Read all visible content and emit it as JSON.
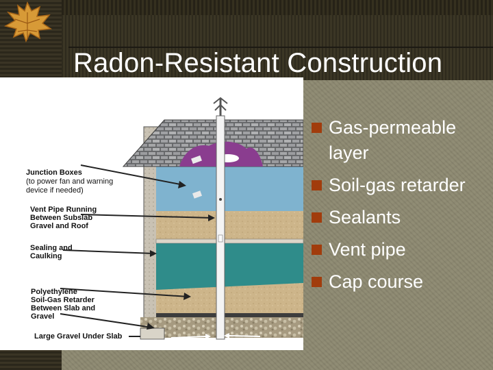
{
  "title": "Radon-Resistant Construction",
  "bullets": [
    {
      "text": "Gas-permeable layer"
    },
    {
      "text": "Soil-gas retarder"
    },
    {
      "text": "Sealants"
    },
    {
      "text": "Vent pipe"
    },
    {
      "text": "Cap course"
    }
  ],
  "diagram": {
    "labels": {
      "junction_1": "Junction Boxes",
      "junction_2": "(to power fan and warning",
      "junction_3": "device if needed)",
      "vent_1": "Vent Pipe Running",
      "vent_2": "Between Subslab",
      "vent_3": "Gravel and Roof",
      "seal_1": "Sealing and",
      "seal_2": "Caulking",
      "poly_1": "Polyethylene",
      "poly_2": "Soil-Gas Retarder",
      "poly_3": "Between Slab and",
      "poly_4": "Gravel",
      "gravel_1": "Large Gravel Under Slab"
    }
  },
  "colors": {
    "bullet_marker": "#a13c0c",
    "slide_background": "#8d8971",
    "title_text": "#ffffff",
    "room_teal": "#2f8c8a",
    "attic_blue": "#7fb3cf",
    "attic_purple": "#8a3d8f",
    "floor_tan": "#cdb58a"
  }
}
